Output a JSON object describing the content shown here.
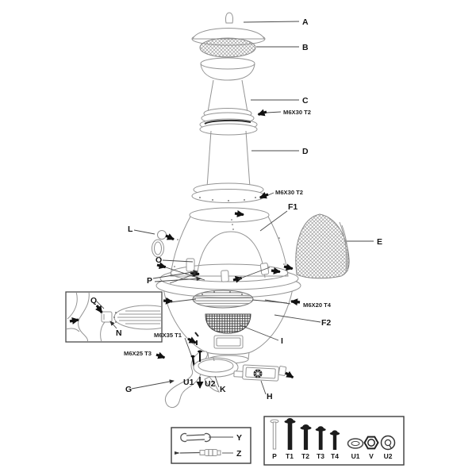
{
  "diagram": {
    "part_labels": {
      "a": "A",
      "b": "B",
      "c": "C",
      "d": "D",
      "e": "E",
      "f1": "F1",
      "f2": "F2",
      "g": "G",
      "h": "H",
      "i": "I",
      "k": "K",
      "l": "L",
      "n": "N",
      "o": "O",
      "p": "P",
      "q": "Q",
      "u1": "U1",
      "u2": "U2"
    },
    "callouts": {
      "c_joint": "M6X30 T2",
      "d_joint": "M6X30 T2",
      "body_t4": "M6X20 T4",
      "leg_t1": "M6X35 T1",
      "leg_t3": "M6X25 T3"
    }
  },
  "tools_legend": {
    "wrench": "Y",
    "driver": "Z"
  },
  "hardware_legend": {
    "items": [
      {
        "label": "P"
      },
      {
        "label": "T1"
      },
      {
        "label": "T2"
      },
      {
        "label": "T3"
      },
      {
        "label": "T4"
      },
      {
        "label": "U1"
      },
      {
        "label": "V"
      },
      {
        "label": "U2"
      }
    ]
  }
}
